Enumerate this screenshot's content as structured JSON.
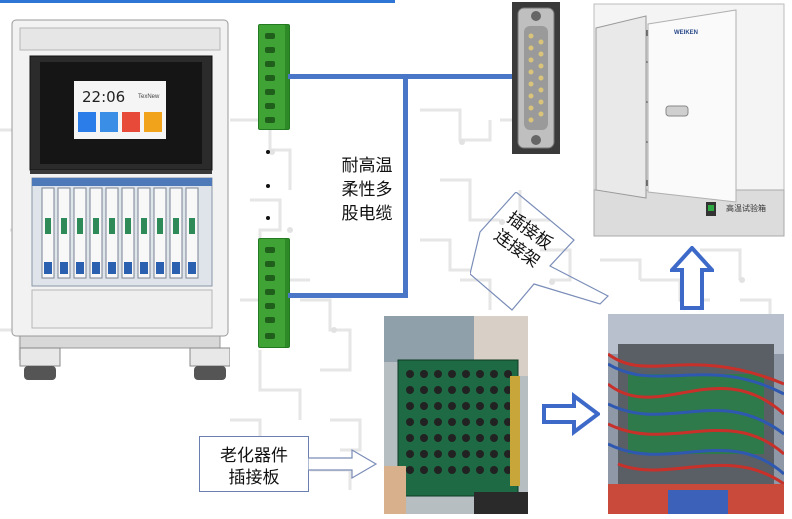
{
  "diagram": {
    "cable_label": "耐高温\n柔性多\n股电缆",
    "rack_board_label": "插接板\n连接架",
    "aging_board_label": "老化器件\n插接板",
    "screen": {
      "time": "22:06",
      "brand": "TexNew"
    },
    "chamber": {
      "panel_text": "高温试验箱",
      "logo": "WEIKEN"
    },
    "colors": {
      "wire": "#4a76c8",
      "arrow_outline": "#3d6ac9",
      "connector": "#3fa435"
    }
  }
}
